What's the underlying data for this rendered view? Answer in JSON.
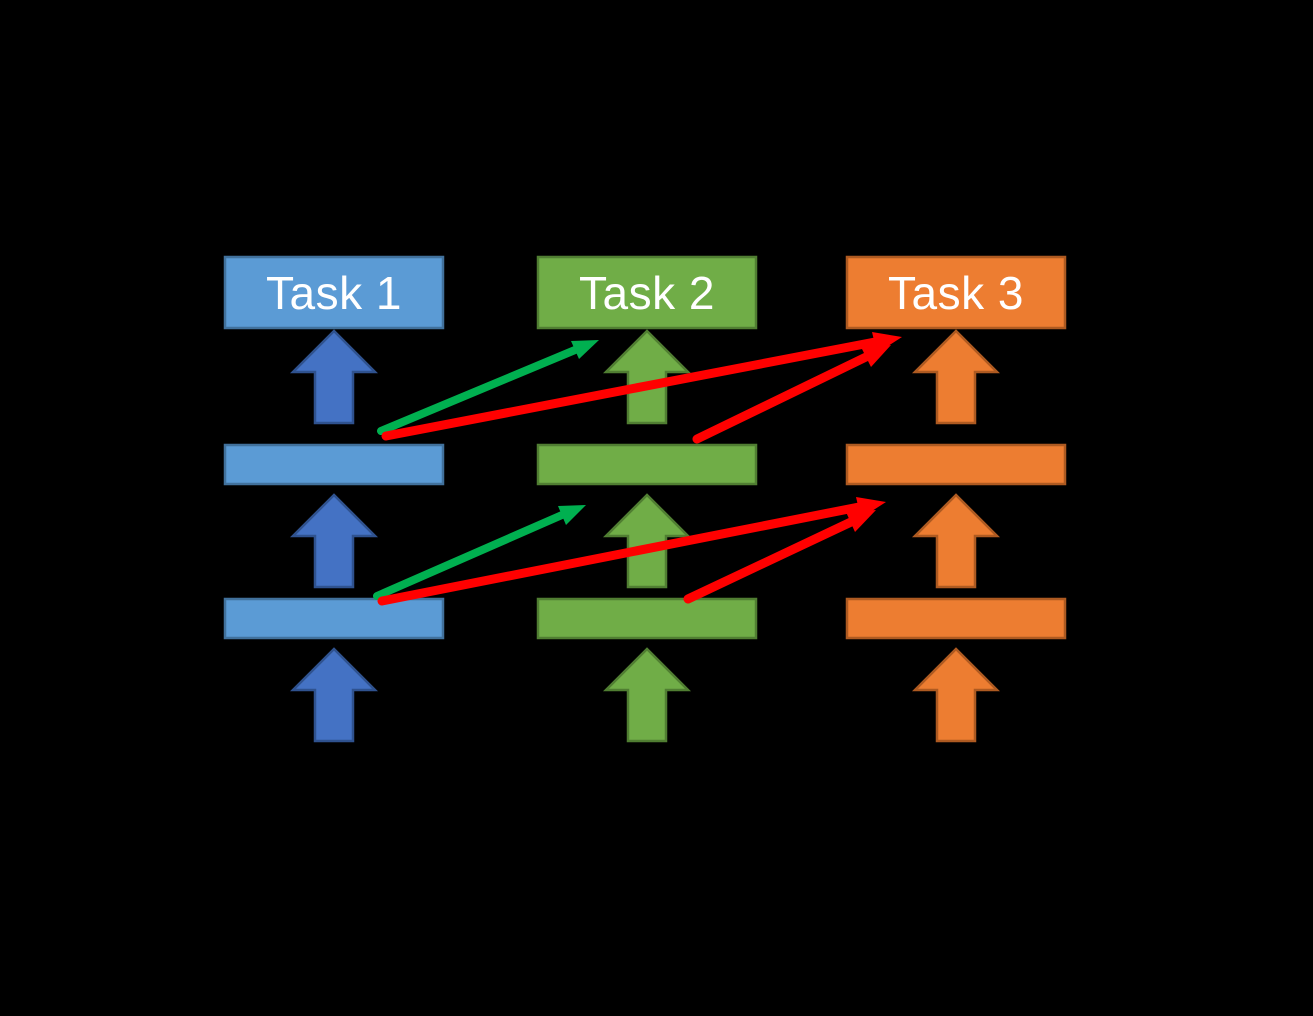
{
  "canvas": {
    "background": "#000000"
  },
  "tasks": [
    {
      "label": "Task 1",
      "text_color": "#FFFFFF",
      "box_fill": "#5B9BD5",
      "box_stroke": "#41719C",
      "arrow_fill": "#4472C4",
      "arrow_stroke": "#2F528F",
      "layers": 2
    },
    {
      "label": "Task 2",
      "text_color": "#FFFFFF",
      "box_fill": "#70AD47",
      "box_stroke": "#507E32",
      "arrow_fill": "#70AD47",
      "arrow_stroke": "#507E32",
      "layers": 2
    },
    {
      "label": "Task 3",
      "text_color": "#FFFFFF",
      "box_fill": "#ED7D31",
      "box_stroke": "#AE5A21",
      "arrow_fill": "#ED7D31",
      "arrow_stroke": "#AE5A21",
      "layers": 2
    }
  ],
  "connections": {
    "green_color": "#00B050",
    "red_color": "#FF0000",
    "edges": [
      {
        "from": "task1-layer1",
        "to": "task2-header",
        "color": "green"
      },
      {
        "from": "task1-layer1",
        "to": "task3-header",
        "color": "red"
      },
      {
        "from": "task2-layer1",
        "to": "task3-header",
        "color": "red"
      },
      {
        "from": "task1-layer2",
        "to": "task2-layer1",
        "color": "green"
      },
      {
        "from": "task1-layer2",
        "to": "task3-layer1",
        "color": "red"
      },
      {
        "from": "task2-layer2",
        "to": "task3-layer1",
        "color": "red"
      }
    ]
  }
}
